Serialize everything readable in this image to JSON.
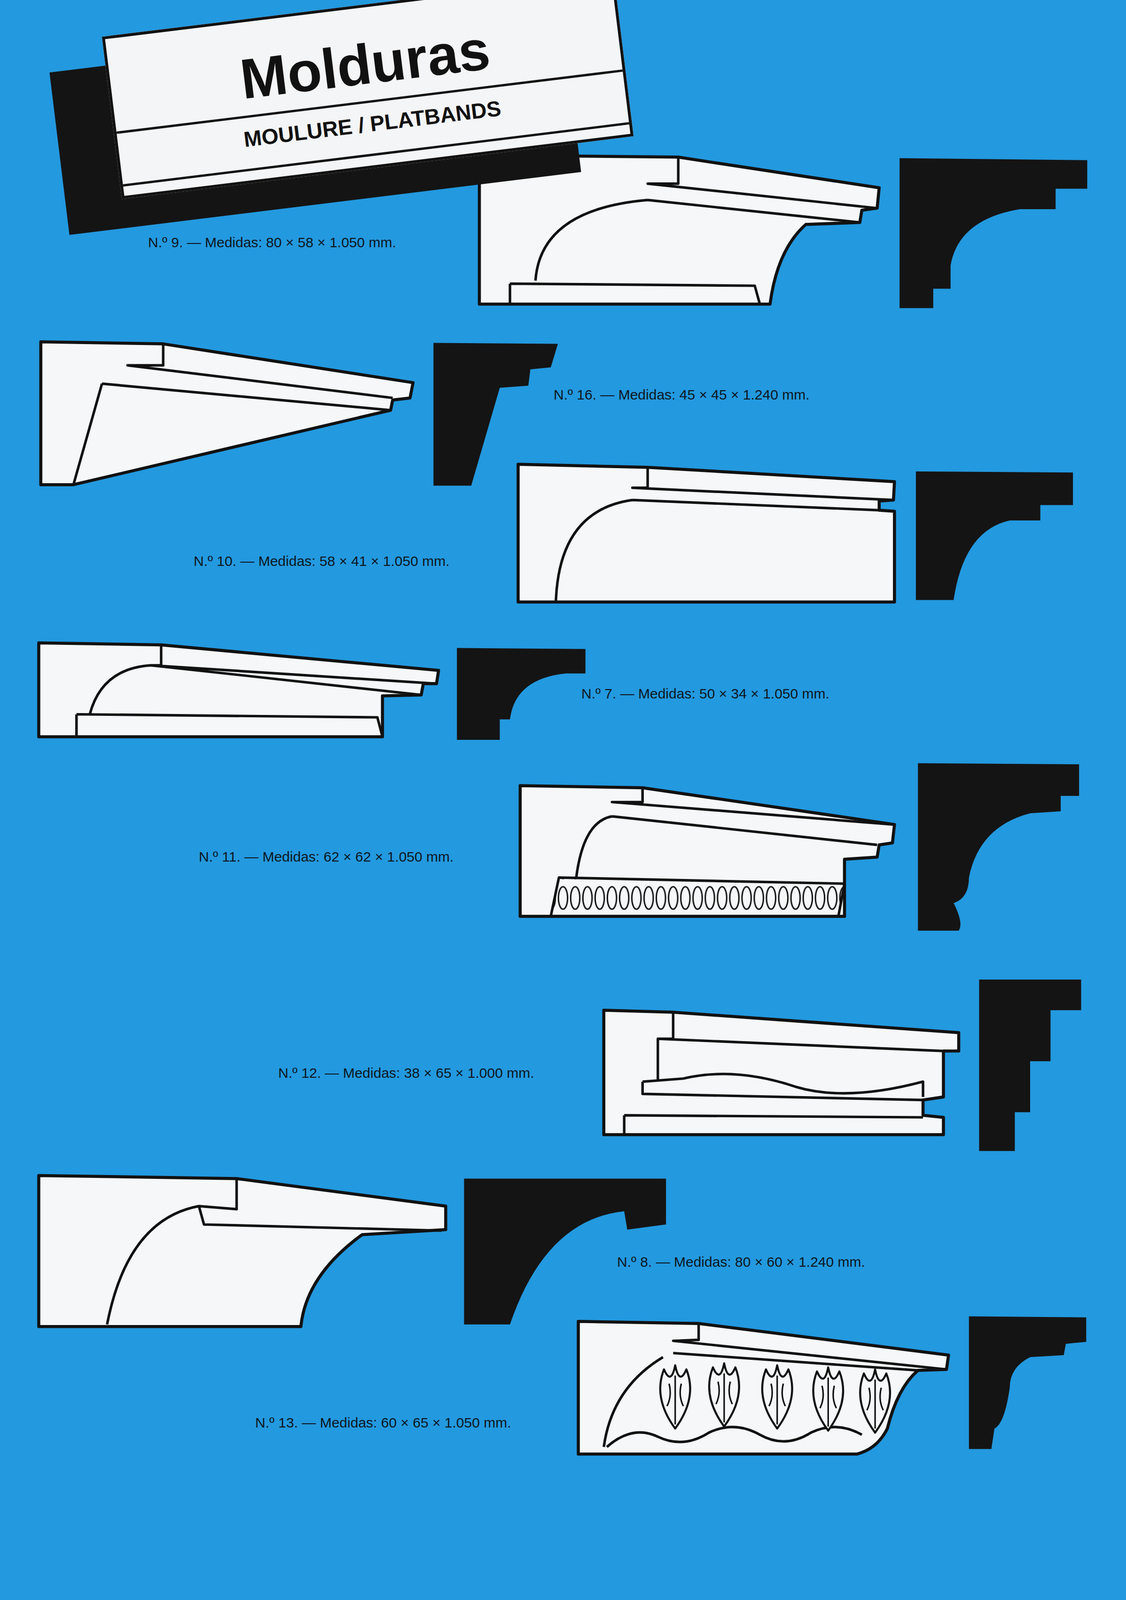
{
  "diagram": {
    "nodes": [
      {
        "text": [
          "Molduras",
          "MOULURE / PLATBANDS"
        ]
      }
    ],
    "labels": [
      "N.º 9. — Medidas: 80 × 58 × 1.050 mm.",
      "N.º 16. — Medidas: 45 × 45 × 1.240 mm.",
      "N.º 10. — Medidas: 58 × 41 × 1.050 mm.",
      "N.º 7. — Medidas: 50 × 34 × 1.050 mm.",
      "N.º 11. — Medidas: 62 × 62 × 1.050 mm.",
      "N.º 12. — Medidas: 38 × 65 × 1.000 mm.",
      "N.º 8. — Medidas: 80 × 60 × 1.240 mm.",
      "N.º 13. — Medidas: 60 × 65 × 1.050 mm."
    ]
  }
}
